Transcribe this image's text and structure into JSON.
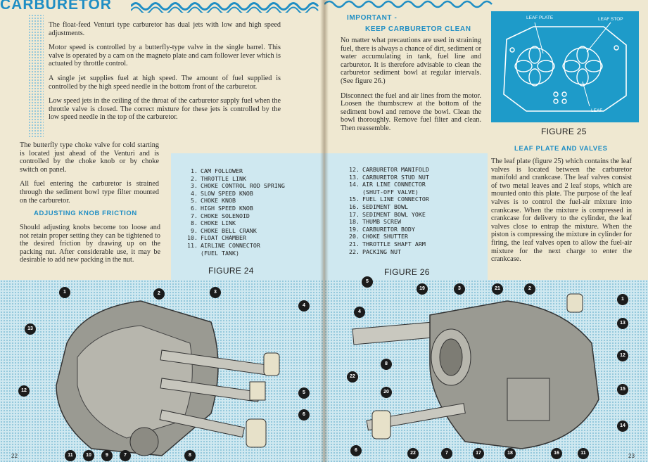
{
  "left_page": {
    "title": "CARBURETOR",
    "paragraphs": [
      "The float-feed Venturi type carburetor has dual jets with low and high speed adjustments.",
      "Motor speed is controlled by a butterfly-type valve in the single barrel. This valve is operated by a cam on the magneto plate and cam follower lever which is actuated by throttle control.",
      "A single jet supplies fuel at high speed. The amount of fuel supplied is controlled by the high speed needle in the bottom front of the carburetor.",
      "Low speed jets in the ceiling of the throat of the carburetor supply fuel when the throttle valve is closed. The correct mixture for these jets is controlled by the low speed needle in the top of the carburetor."
    ],
    "choke_paragraph": "The butterfly type choke valve for cold starting is located just ahead of the Venturi and is controlled by the choke knob or by choke switch on panel.",
    "fuel_paragraph": "All fuel entering the carburetor is strained through the sediment bowl type filter mounted on the carburetor.",
    "adjusting_heading": "ADJUSTING KNOB FRICTION",
    "adjusting_paragraph": "Should adjusting knobs become too loose and not retain proper setting they can be tightened to the desired friction by drawing up on the packing nut. After considerable use, it may be desirable to add new packing in the nut.",
    "parts_list": [
      {
        "num": "1.",
        "name": "CAM FOLLOWER"
      },
      {
        "num": "2.",
        "name": "THROTTLE LINK"
      },
      {
        "num": "3.",
        "name": "CHOKE CONTROL ROD SPRING"
      },
      {
        "num": "4.",
        "name": "SLOW SPEED KNOB"
      },
      {
        "num": "5.",
        "name": "CHOKE KNOB"
      },
      {
        "num": "6.",
        "name": "HIGH SPEED KNOB"
      },
      {
        "num": "7.",
        "name": "CHOKE SOLENOID"
      },
      {
        "num": "8.",
        "name": "CHOKE LINK"
      },
      {
        "num": "9.",
        "name": "CHOKE BELL CRANK"
      },
      {
        "num": "10.",
        "name": "FLOAT CHAMBER"
      },
      {
        "num": "11.",
        "name": "AIRLINE CONNECTOR"
      },
      {
        "num": "",
        "name": "(FUEL TANK)"
      }
    ],
    "figure_caption": "FIGURE 24",
    "callouts": [
      "1",
      "2",
      "3",
      "4",
      "13",
      "12",
      "5",
      "6",
      "11",
      "10",
      "9",
      "7",
      "8"
    ],
    "page_number": "22"
  },
  "right_page": {
    "important_heading_1": "IMPORTANT -",
    "important_heading_2": "KEEP CARBURETOR CLEAN",
    "important_paragraph": "No matter what precautions are used in straining fuel, there is always a chance of dirt, sediment or water accumulating in tank, fuel line and carburetor. It is therefore advisable to clean the carburetor sediment bowl at regular intervals. (See figure 26.)",
    "disconnect_paragraph": "Disconnect the fuel and air lines from the motor. Loosen the thumbscrew at the bottom of the sediment bowl and remove the bowl. Clean the bowl thoroughly. Remove fuel filter and clean. Then reassemble.",
    "leaf_plate_label": "LEAF PLATE",
    "leaf_stop_label": "LEAF STOP",
    "leaf_label": "LEAF",
    "figure25_caption": "FIGURE 25",
    "leaf_heading": "LEAF PLATE AND VALVES",
    "leaf_paragraph": "The leaf plate (figure 25) which contains the leaf valves is located between the carburetor manifold and crankcase. The leaf valves consist of two metal leaves and 2 leaf stops, which are mounted onto this plate. The purpose of the leaf valves is to control the fuel-air mixture into crankcase. When the mixture is compressed in crankcase for delivery to the cylinder, the leaf valves close to entrap the mixture. When the piston is compressing the mixture in cylinder for firing, the leaf valves open to allow the fuel-air mixture for the next charge to enter the crankcase.",
    "parts_list": [
      {
        "num": "12.",
        "name": "CARBURETOR MANIFOLD"
      },
      {
        "num": "13.",
        "name": "CARBURETOR STUD NUT"
      },
      {
        "num": "14.",
        "name": "AIR LINE CONNECTOR"
      },
      {
        "num": "",
        "name": "(SHUT-OFF VALVE)"
      },
      {
        "num": "15.",
        "name": "FUEL LINE CONNECTOR"
      },
      {
        "num": "16.",
        "name": "SEDIMENT BOWL"
      },
      {
        "num": "17.",
        "name": "SEDIMENT BOWL YOKE"
      },
      {
        "num": "18.",
        "name": "THUMB SCREW"
      },
      {
        "num": "19.",
        "name": "CARBURETOR BODY"
      },
      {
        "num": "20.",
        "name": "CHOKE SHUTTER"
      },
      {
        "num": "21.",
        "name": "THROTTLE SHAFT ARM"
      },
      {
        "num": "22.",
        "name": "PACKING NUT"
      }
    ],
    "figure26_caption": "FIGURE 26",
    "callouts": [
      "5",
      "19",
      "3",
      "21",
      "2",
      "1",
      "4",
      "13",
      "12",
      "8",
      "22",
      "20",
      "15",
      "14",
      "6",
      "22",
      "7",
      "17",
      "18",
      "16",
      "11"
    ],
    "page_number": "23"
  },
  "colors": {
    "accent_blue": "#1f8ec4",
    "panel_blue": "#cfe8f0",
    "paper": "#f0e9d3",
    "dark": "#1b1b1b"
  }
}
